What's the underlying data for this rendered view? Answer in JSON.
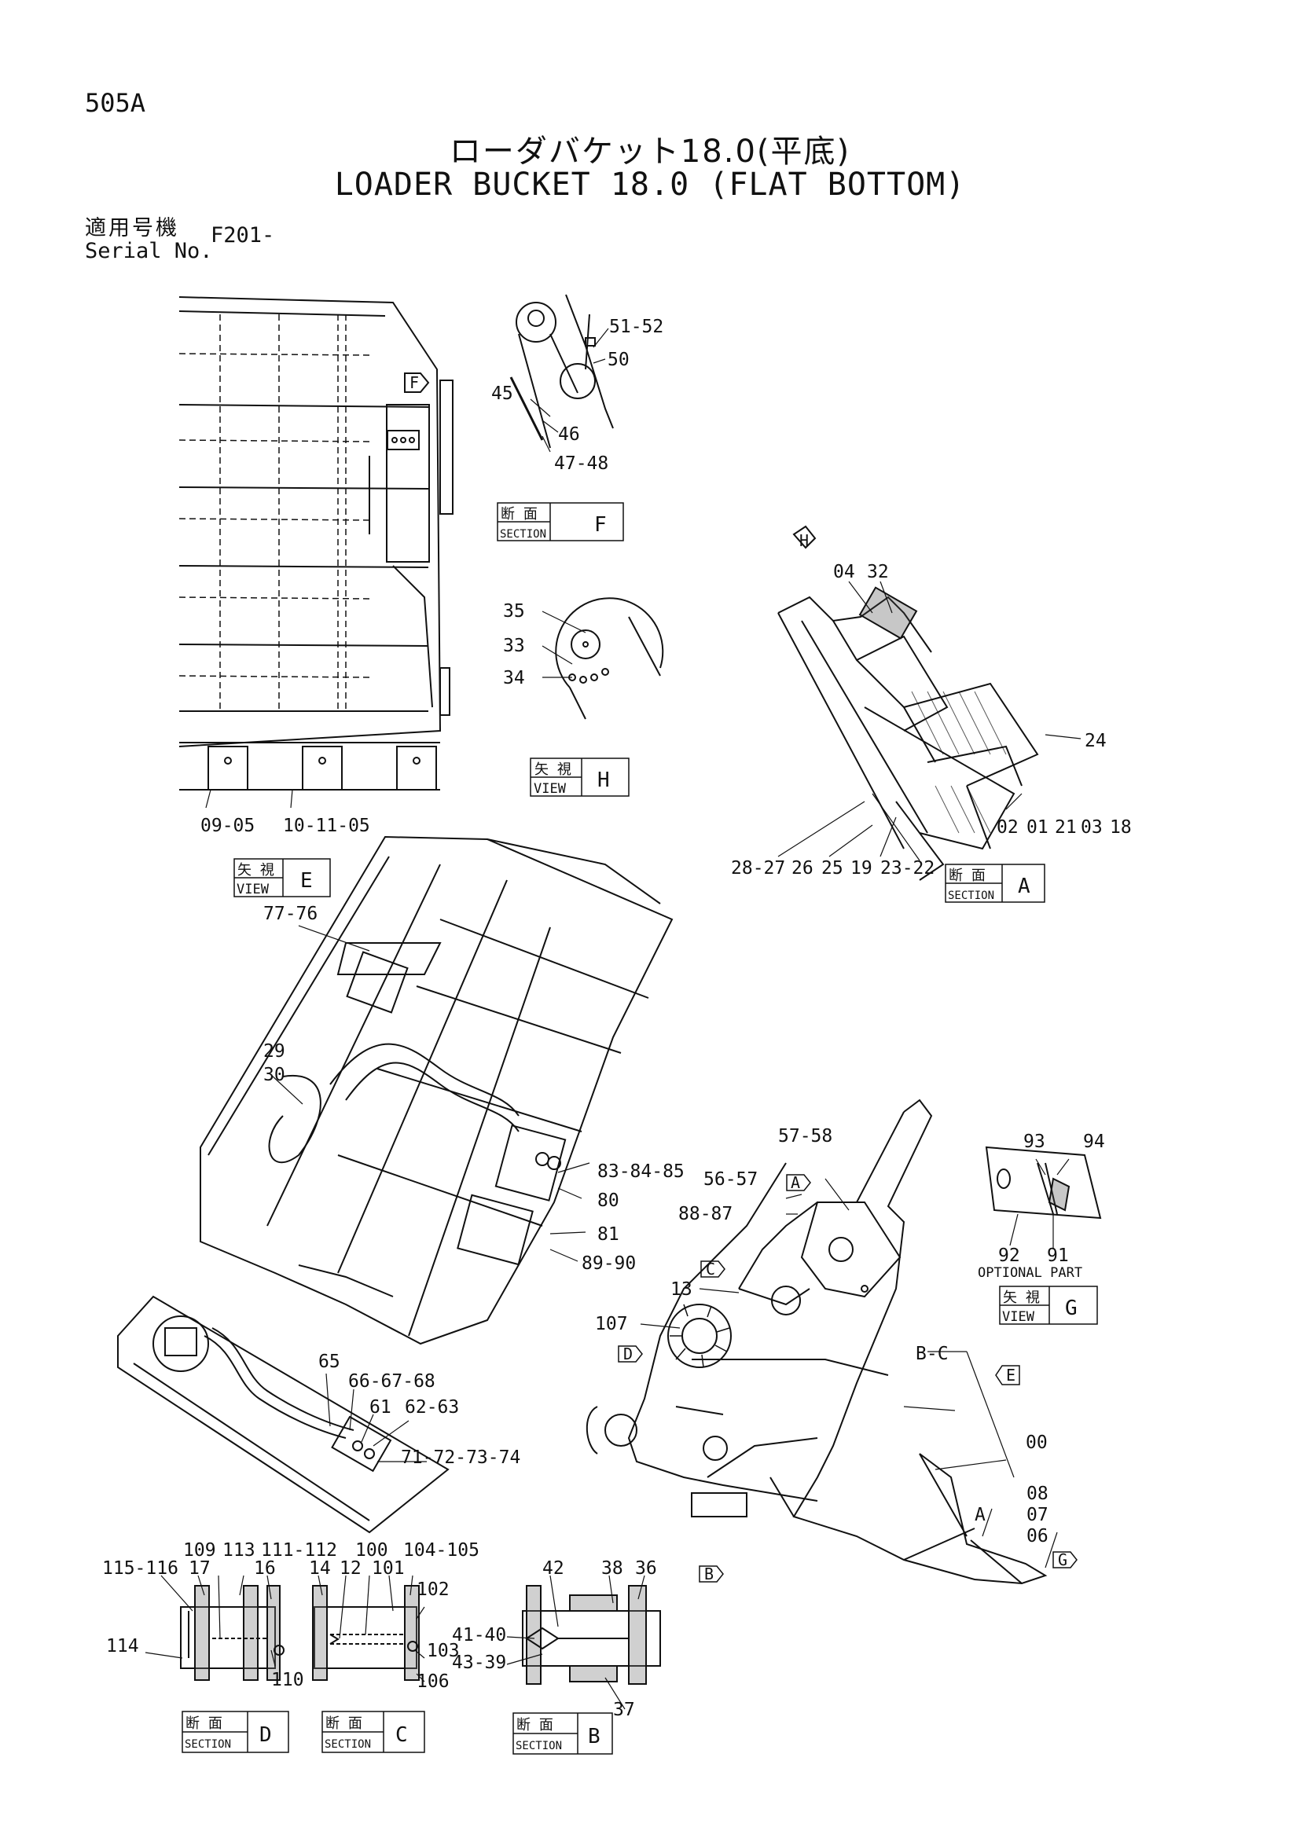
{
  "header": {
    "page_code": "505A",
    "title_jp": "ローダバケット18.0(平底)",
    "title_en": "LOADER BUCKET 18.0 (FLAT BOTTOM)",
    "serial_label_jp": "適用号機",
    "serial_label_en": "Serial No.",
    "serial_value": "F201-"
  },
  "view_titles": {
    "section_jp": "断 面",
    "section_en": "SECTION",
    "view_jp": "矢 視",
    "view_en": "VIEW",
    "F": "F",
    "H": "H",
    "E": "E",
    "A": "A",
    "G": "G",
    "D": "D",
    "C": "C",
    "B": "B",
    "optional_part": "OPTIONAL PART"
  },
  "callouts": {
    "c51_52": "51-52",
    "c50": "50",
    "c45": "45",
    "c46": "46",
    "c47_48": "47-48",
    "c35": "35",
    "c33": "33",
    "c34": "34",
    "c04": "04",
    "c32": "32",
    "c24": "24",
    "c02": "02",
    "c01": "01",
    "c21": "21",
    "c03": "03",
    "c18": "18",
    "c28_27": "28-27",
    "c26": "26",
    "c25": "25",
    "c19": "19",
    "c23_22": "23-22",
    "c09_05": "09-05",
    "c10_11_05": "10-11-05",
    "c77_76": "77-76",
    "c29": "29",
    "c30": "30",
    "c83_84_85": "83-84-85",
    "c80": "80",
    "c81": "81",
    "c89_90": "89-90",
    "c57_58": "57-58",
    "c56_57": "56-57",
    "c88_87": "88-87",
    "c13": "13",
    "c107": "107",
    "c93": "93",
    "c94": "94",
    "c92": "92",
    "c91": "91",
    "c00": "00",
    "c08": "08",
    "c07": "07",
    "c06": "06",
    "cA": "A",
    "cB_C": "B-C",
    "c65": "65",
    "c66_67_68": "66-67-68",
    "c61": "61",
    "c62_63": "62-63",
    "c71_74": "71-72-73-74",
    "c115_116": "115-116",
    "c17": "17",
    "c109": "109",
    "c113": "113",
    "c111_112": "111-112",
    "c16": "16",
    "c114": "114",
    "c110": "110",
    "c14": "14",
    "c12": "12",
    "c100": "100",
    "c101": "101",
    "c104_105": "104-105",
    "c102": "102",
    "c103": "103",
    "c106": "106",
    "c42": "42",
    "c38": "38",
    "c36": "36",
    "c41_40": "41-40",
    "c43_39": "43-39",
    "c37": "37"
  },
  "view_markers": {
    "F": "F",
    "H": "H",
    "A": "A",
    "C": "C",
    "D": "D",
    "E": "E",
    "B": "B",
    "G": "G"
  }
}
